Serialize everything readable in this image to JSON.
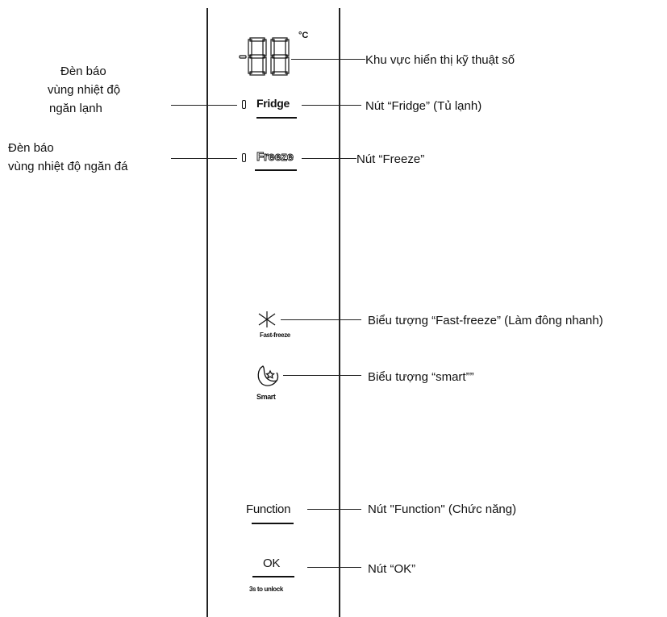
{
  "panel": {
    "display_unit": "°C",
    "fridge_button": "Fridge",
    "freeze_button": "Freeze",
    "fast_freeze_icon_label": "Fast-freeze",
    "smart_icon_label": "Smart",
    "function_button": "Function",
    "ok_button": "OK",
    "ok_sub": "3s to unlock"
  },
  "callouts": {
    "display_area": "Khu vực hiển thị kỹ thuật số",
    "fridge_button": "Nút “Fridge” (Tủ lạnh)",
    "freeze_button": "Nút “Freeze”",
    "fast_freeze_icon": "Biểu tượng “Fast-freeze” (Làm đông nhanh)",
    "smart_icon": "Biểu tượng “smart””",
    "function_button": "Nút \"Function\" (Chức năng)",
    "ok_button": "Nút “OK”"
  },
  "left_callouts": {
    "fridge_indicator": [
      "Đèn báo",
      "vùng nhiệt độ",
      "ngăn lạnh"
    ],
    "freeze_indicator": [
      "Đèn báo",
      "vùng nhiệt độ ngăn đá"
    ]
  },
  "icons": {
    "display": "seven-segment-display-icon",
    "fast_freeze": "snowflake-icon",
    "smart": "smart-moon-icon"
  },
  "colors": {
    "ink": "#111111",
    "background": "#ffffff"
  }
}
